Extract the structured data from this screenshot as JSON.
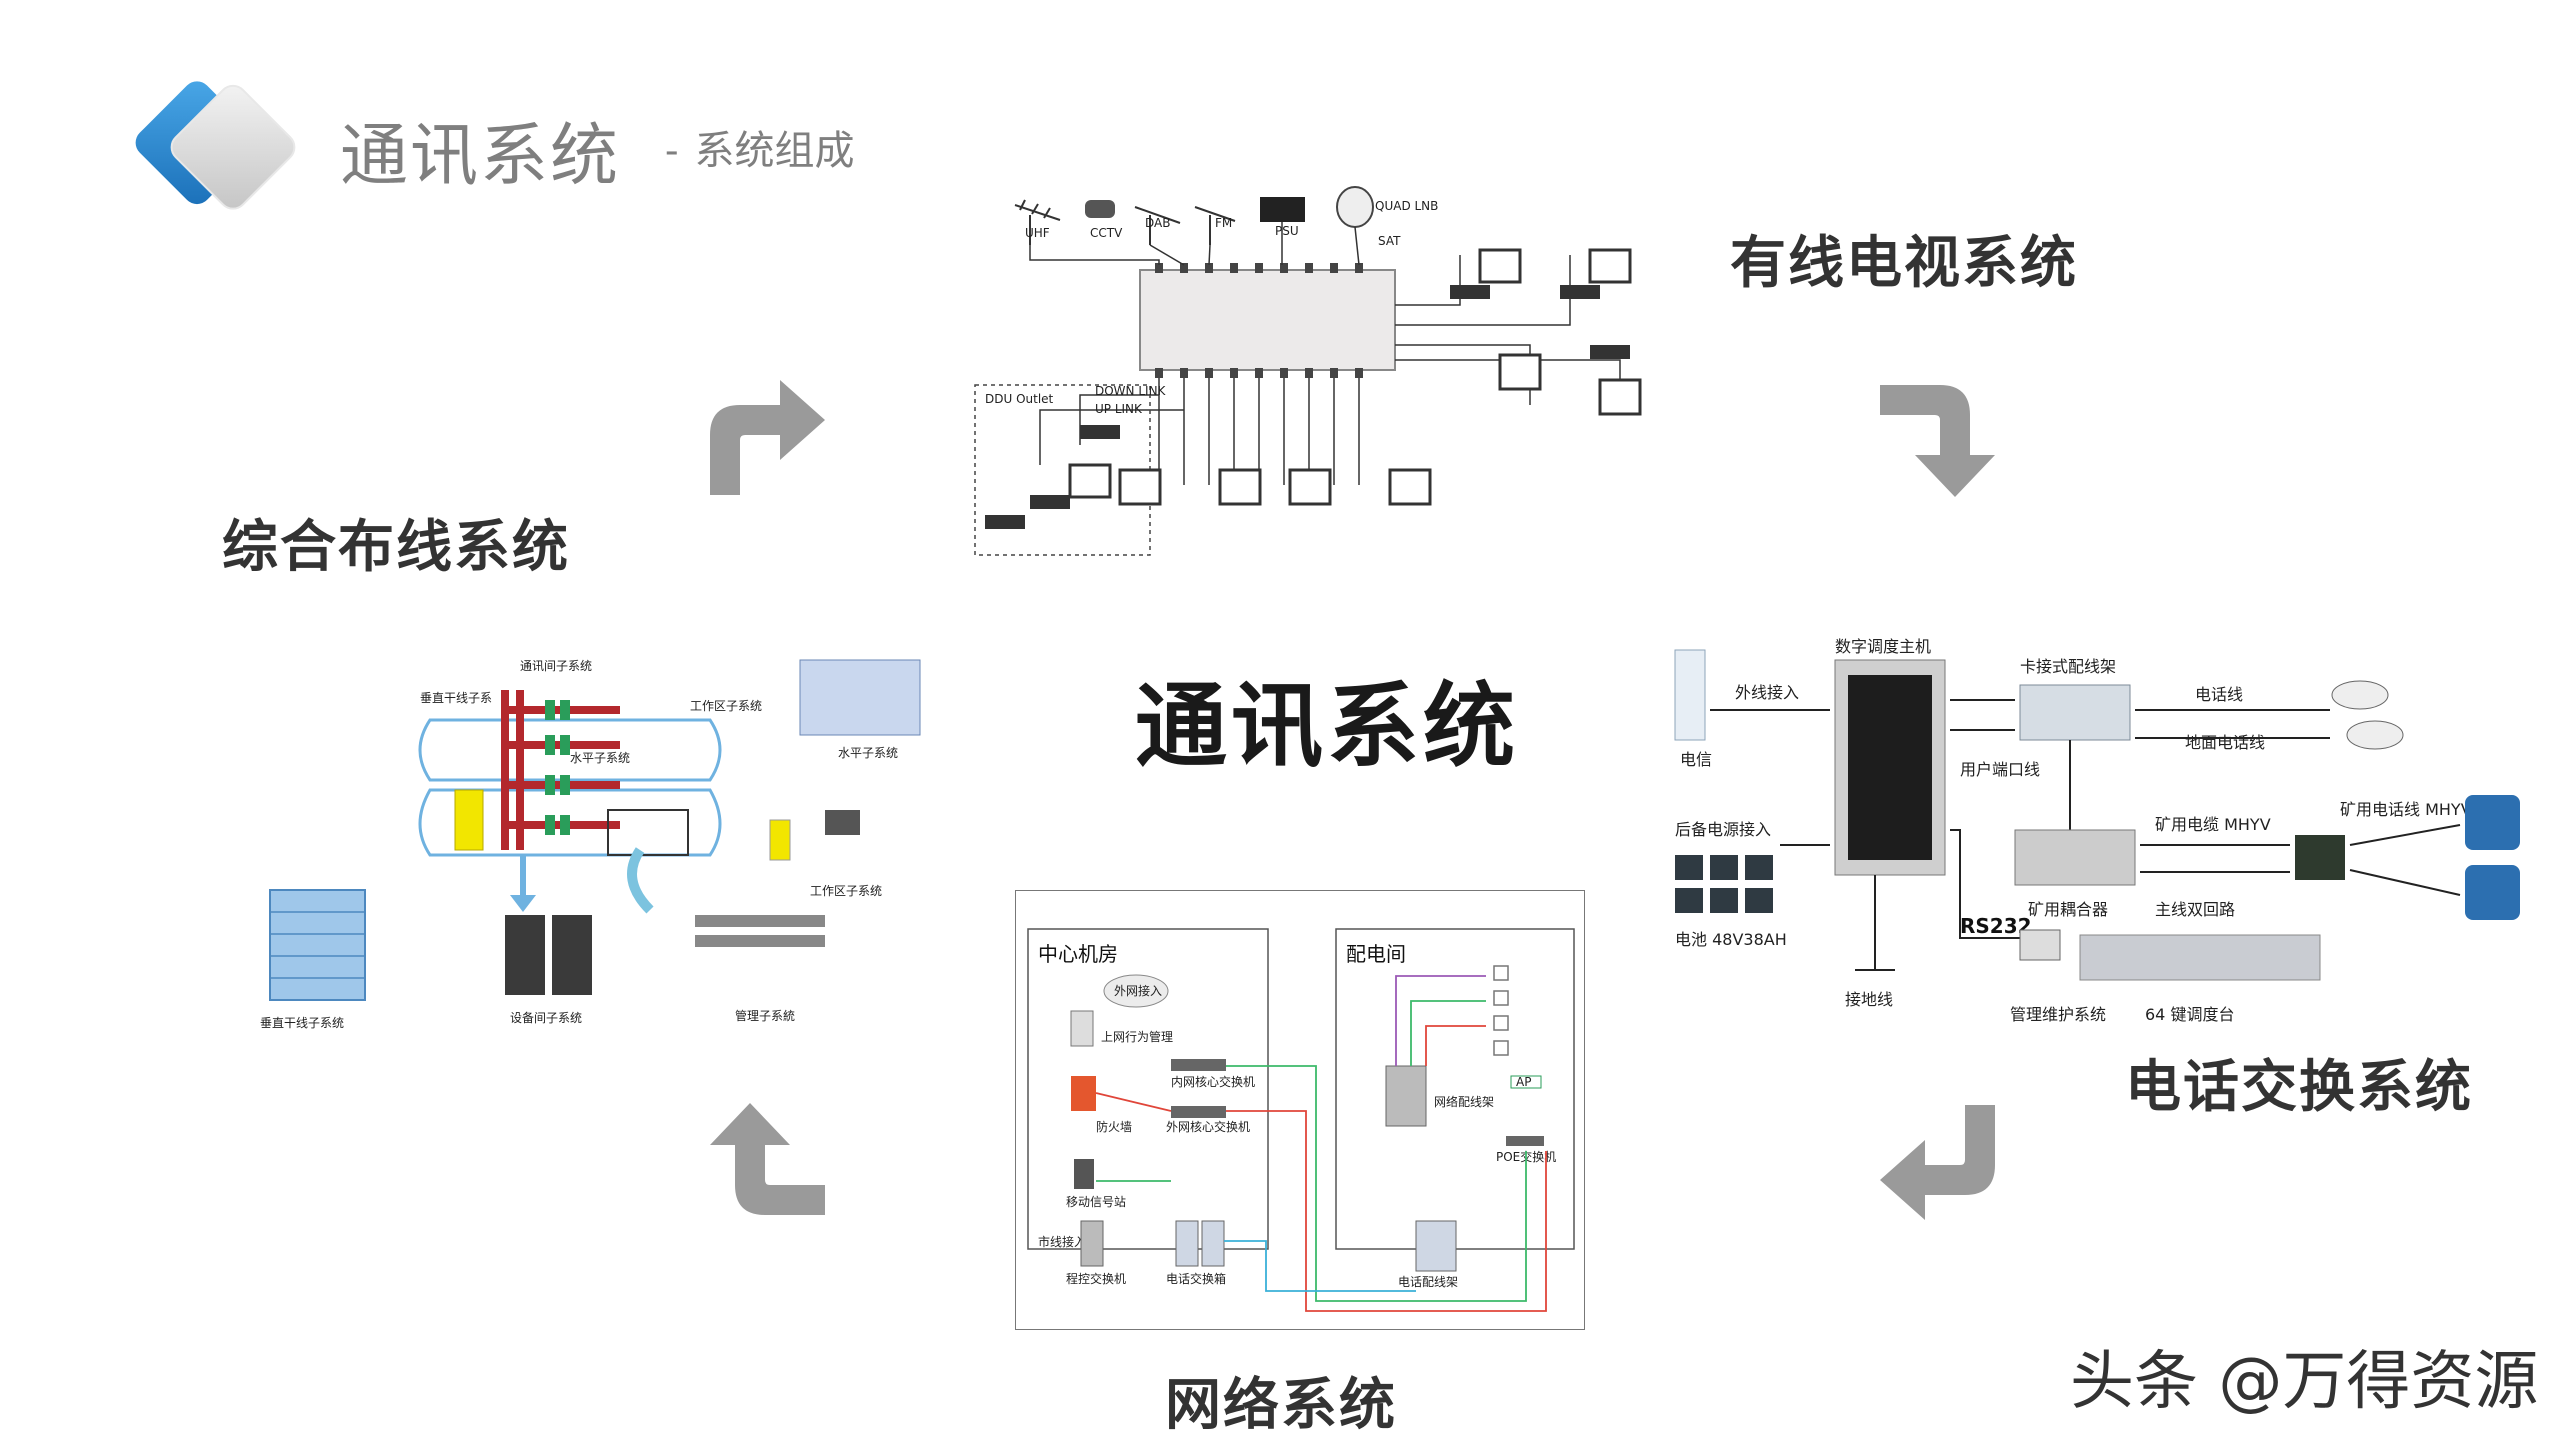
{
  "header": {
    "title": "通讯系统",
    "subtitle_dash": "-",
    "subtitle": "系统组成"
  },
  "center": {
    "title": "通讯系统"
  },
  "sections": {
    "tv": {
      "label": "有线电视系统"
    },
    "cabling": {
      "label": "综合布线系统"
    },
    "phone": {
      "label": "电话交换系统"
    },
    "network": {
      "label": "网络系统"
    }
  },
  "tv_diagram": {
    "labels": [
      "UHF",
      "CCTV",
      "DAB",
      "FM",
      "PSU",
      "QUAD LNB",
      "SAT",
      "DOWN LINK",
      "UP LINK",
      "DDU Outlet"
    ]
  },
  "cabling_diagram": {
    "labels": [
      "通讯间子系统",
      "垂直干线子系",
      "工作区子系统",
      "水平子系统",
      "水平子系统",
      "工作区子系统",
      "垂直干线子系统",
      "设备间子系统",
      "管理子系統"
    ]
  },
  "phone_diagram": {
    "labels": [
      "数字调度主机",
      "卡接式配线架",
      "外线接入",
      "电信",
      "电话线",
      "地面电话线",
      "用户端口线",
      "后备电源接入",
      "矿用电缆 MHYV",
      "矿用电话线 MHYV",
      "矿用耦合器",
      "主线双回路",
      "电池 48V38AH",
      "RS232",
      "接地线",
      "管理维护系统",
      "64 键调度台"
    ]
  },
  "network_diagram": {
    "labels": [
      "中心机房",
      "配电间",
      "外网接入",
      "上网行为管理",
      "防火墙",
      "内网核心交换机",
      "外网核心交换机",
      "移动信号站",
      "市线接入",
      "程控交换机",
      "电话交换箱",
      "网络配线架",
      "电话配线架",
      "POE交换机",
      "AP"
    ]
  },
  "watermark": {
    "text": "头条 @万得资源"
  },
  "colors": {
    "arrow": "#9a9a9a",
    "logo_blue": "#2e8fd6",
    "logo_grey": "#d9d9d9",
    "cable_red": "#b3282d",
    "cable_green": "#2a9d5a",
    "net_red": "#e0463a",
    "net_green": "#3cba6a",
    "net_purple": "#9b59b6",
    "net_cyan": "#3ab0d8"
  }
}
